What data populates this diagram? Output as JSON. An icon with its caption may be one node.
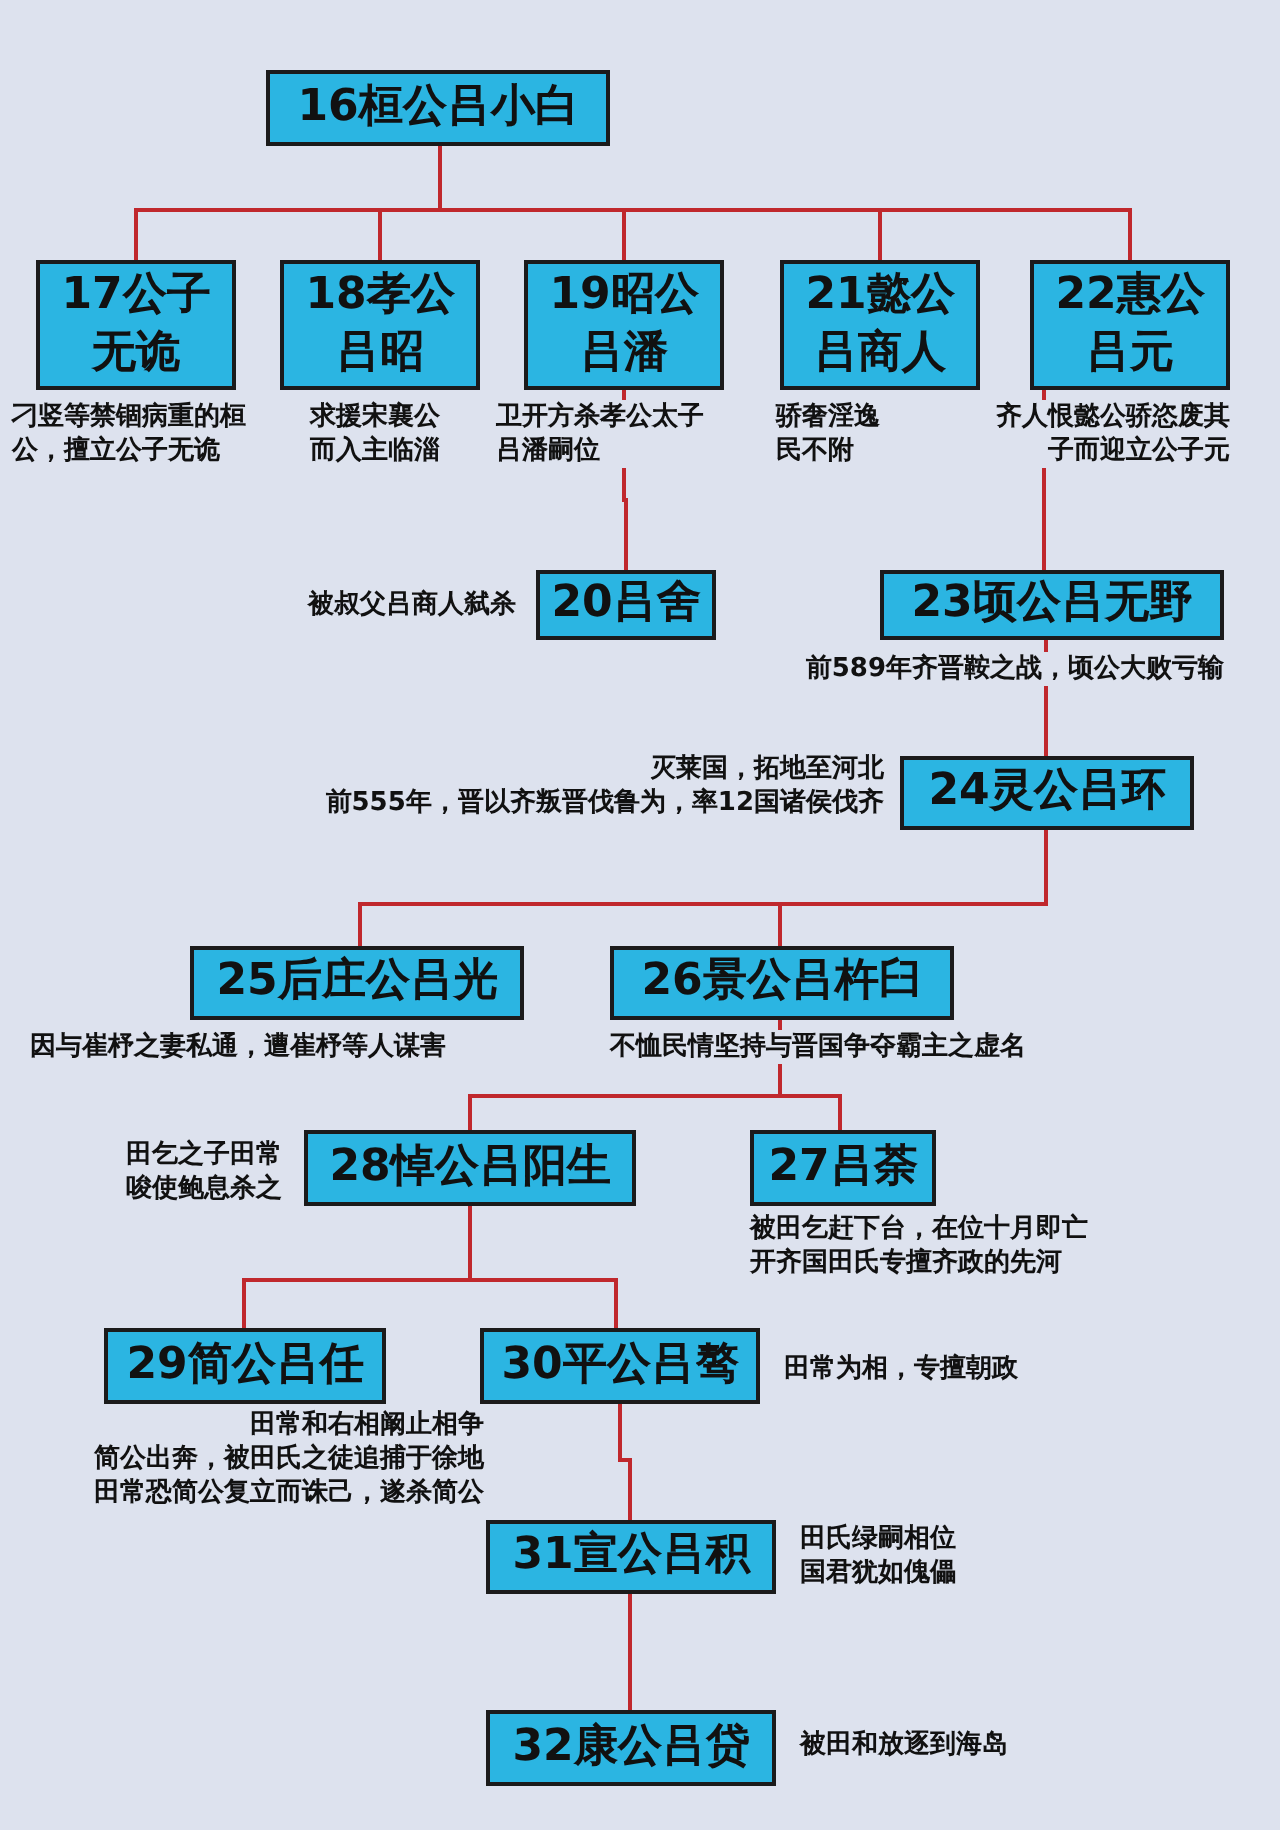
{
  "diagram": {
    "nodes": [
      {
        "text": [
          "16桓公吕小白"
        ]
      },
      {
        "text": [
          "17公子无诡"
        ],
        "beside": [
          "刁竖等禁锢病重的桓公，擅立公子无诡"
        ]
      },
      {
        "text": [
          "18孝公吕昭"
        ],
        "beside": [
          "求援宋襄公而入主临淄"
        ]
      },
      {
        "text": [
          "19昭公吕潘"
        ],
        "beside": [
          "卫开方杀孝公太子吕潘嗣位"
        ]
      },
      {
        "text": [
          "21懿公吕商人"
        ],
        "beside": [
          "骄奢淫逸民不附"
        ]
      },
      {
        "text": [
          "22惠公吕元"
        ],
        "beside": [
          "齐人恨懿公骄恣废其子而迎立公子元"
        ]
      },
      {
        "text": [
          "20吕舍"
        ],
        "beside": [
          "被叔父吕商人弑杀"
        ]
      },
      {
        "text": [
          "23顷公吕无野"
        ],
        "beside": [
          "前589年齐晋鞍之战，顷公大败亏输"
        ]
      },
      {
        "text": [
          "24灵公吕环"
        ],
        "beside": [
          "灭莱国，拓地至河北",
          "前555年，晋以齐叛晋伐鲁为，率12国诸侯伐齐"
        ]
      },
      {
        "text": [
          "25后庄公吕光"
        ],
        "beside": [
          "因与崔杼之妻私通，遭崔杼等人谋害"
        ]
      },
      {
        "text": [
          "26景公吕杵臼"
        ],
        "beside": [
          "不恤民情坚持与晋国争夺霸主之虚名"
        ]
      },
      {
        "text": [
          "28悼公吕阳生"
        ],
        "beside": [
          "田乞之子田常唆使鲍息杀之"
        ]
      },
      {
        "text": [
          "27吕荼"
        ],
        "beside": [
          "被田乞赶下台，在位十月即亡",
          "开齐国田氏专擅齐政的先河"
        ]
      },
      {
        "text": [
          "29简公吕任"
        ],
        "beside": [
          "田常和右相阚止相争",
          "简公出奔，被田氏之徒追捕于徐地",
          "田常恐简公复立而诛己，遂杀简公"
        ]
      },
      {
        "text": [
          "30平公吕骜"
        ],
        "beside": [
          "田常为相，专擅朝政"
        ]
      },
      {
        "text": [
          "31宣公吕积"
        ],
        "beside": [
          "田氏绿嗣相位",
          "国君犹如傀儡"
        ]
      },
      {
        "text": [
          "32康公吕贷"
        ],
        "beside": [
          "被田和放逐到海岛"
        ]
      }
    ],
    "edges": [
      {
        "from": 0,
        "to": 1,
        "arrow": "none"
      },
      {
        "from": 0,
        "to": 2,
        "arrow": "none"
      },
      {
        "from": 0,
        "to": 3,
        "arrow": "none"
      },
      {
        "from": 0,
        "to": 4,
        "arrow": "none"
      },
      {
        "from": 0,
        "to": 5,
        "arrow": "none"
      },
      {
        "from": 3,
        "to": 6,
        "arrow": "none"
      },
      {
        "from": 5,
        "to": 7,
        "arrow": "none"
      },
      {
        "from": 7,
        "to": 8,
        "arrow": "none"
      },
      {
        "from": 8,
        "to": 9,
        "arrow": "none"
      },
      {
        "from": 8,
        "to": 10,
        "arrow": "none"
      },
      {
        "from": 10,
        "to": 11,
        "arrow": "none"
      },
      {
        "from": 10,
        "to": 12,
        "arrow": "none"
      },
      {
        "from": 11,
        "to": 13,
        "arrow": "none"
      },
      {
        "from": 11,
        "to": 14,
        "arrow": "none"
      },
      {
        "from": 14,
        "to": 15,
        "arrow": "none"
      },
      {
        "from": 15,
        "to": 16,
        "arrow": "none"
      }
    ]
  }
}
